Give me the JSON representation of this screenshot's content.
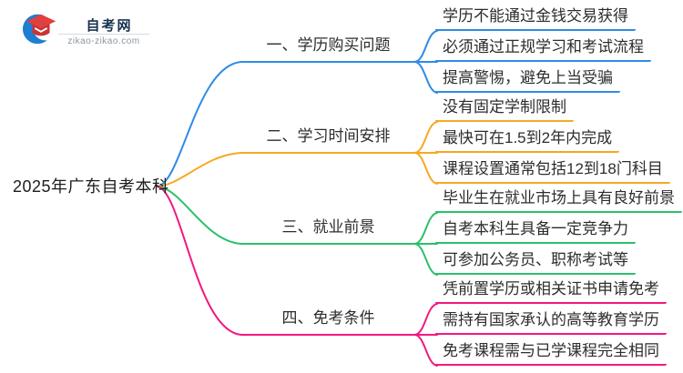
{
  "logo": {
    "title": "自考网",
    "domain": "zikao-zikao.com",
    "icon_blue": "#1e7fd0",
    "icon_red": "#e04040",
    "icon_red_dark": "#c93434",
    "title_color": "#17314d"
  },
  "root": {
    "label": "2025年广东自考本科"
  },
  "branches": [
    {
      "label": "一、学历购买问题",
      "color": "#2e8be6",
      "children": [
        "学历不能通过金钱交易获得",
        "必须通过正规学习和考试流程",
        "提高警惕，避免上当受骗"
      ]
    },
    {
      "label": "二、学习时间安排",
      "color": "#f7a823",
      "children": [
        "没有固定学制限制",
        "最快可在1.5到2年内完成",
        "课程设置通常包括12到18门科目"
      ]
    },
    {
      "label": "三、就业前景",
      "color": "#2bc06a",
      "children": [
        "毕业生在就业市场上具有良好前景",
        "自考本科生具备一定竞争力",
        "可参加公务员、职称考试等"
      ]
    },
    {
      "label": "四、免考条件",
      "color": "#f2197e",
      "children": [
        "凭前置学历或相关证书申请免考",
        "需持有国家承认的高等教育学历",
        "免考课程需与已学课程完全相同"
      ]
    }
  ]
}
